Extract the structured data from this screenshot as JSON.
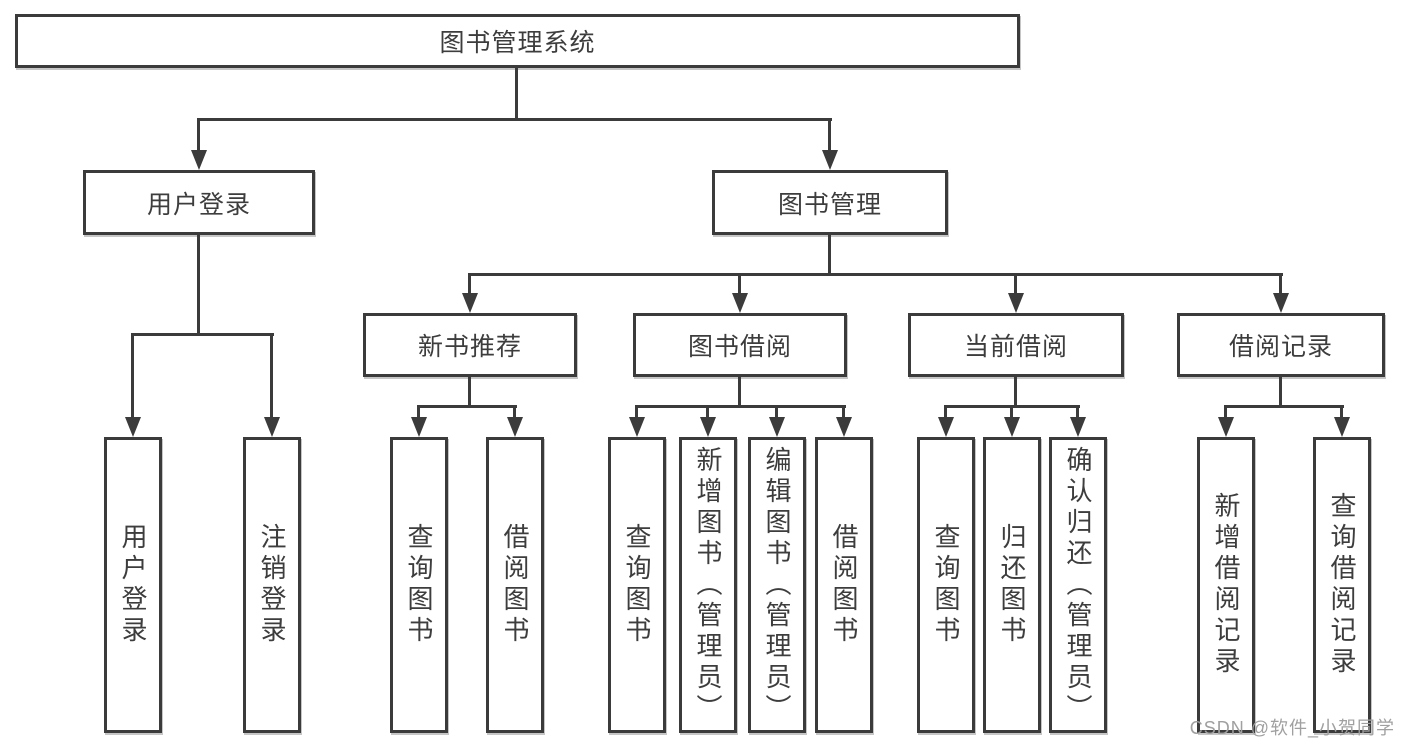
{
  "diagram": {
    "watermark": "CSDN @软件_小贺同学",
    "colors": {
      "line": "#3b3b3b",
      "text": "#3d3d3d",
      "watermark": "#a0a0a0",
      "background": "#ffffff"
    },
    "tree": {
      "label": "图书管理系统",
      "children": [
        {
          "label": "用户登录",
          "children": [
            {
              "label": "用户登录"
            },
            {
              "label": "注销登录"
            }
          ]
        },
        {
          "label": "图书管理",
          "children": [
            {
              "label": "新书推荐",
              "children": [
                {
                  "label": "查询图书"
                },
                {
                  "label": "借阅图书"
                }
              ]
            },
            {
              "label": "图书借阅",
              "children": [
                {
                  "label": "查询图书"
                },
                {
                  "label": "新增图书（管理员）"
                },
                {
                  "label": "编辑图书（管理员）"
                },
                {
                  "label": "借阅图书"
                }
              ]
            },
            {
              "label": "当前借阅",
              "children": [
                {
                  "label": "查询图书"
                },
                {
                  "label": "归还图书"
                },
                {
                  "label": "确认归还（管理员）"
                }
              ]
            },
            {
              "label": "借阅记录",
              "children": [
                {
                  "label": "新增借阅记录"
                },
                {
                  "label": "查询借阅记录"
                }
              ]
            }
          ]
        }
      ]
    }
  }
}
